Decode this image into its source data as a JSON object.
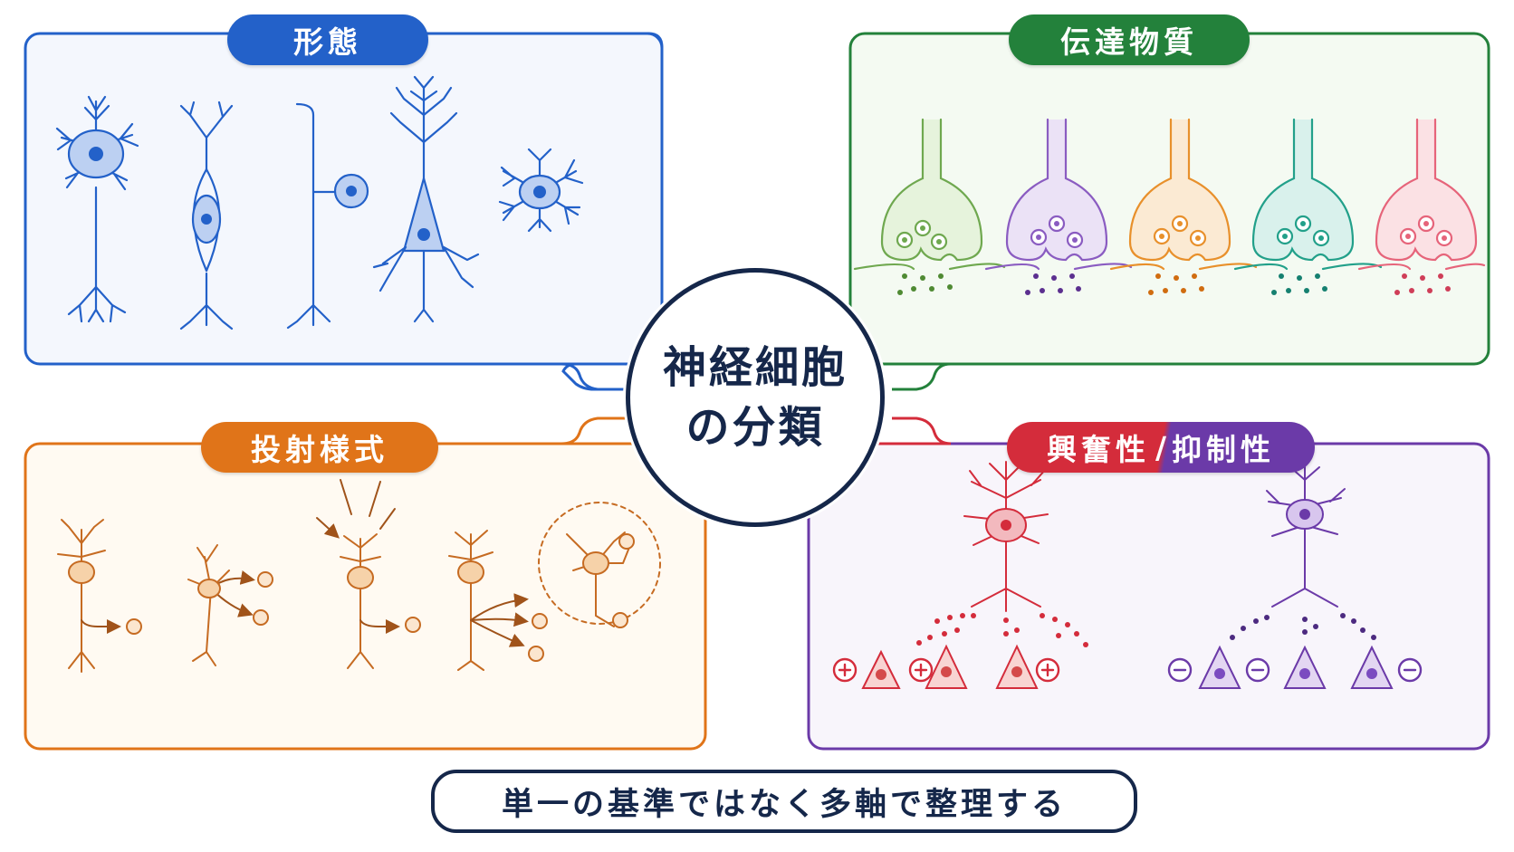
{
  "center": {
    "line1": "神経細胞",
    "line2": "の分類"
  },
  "panels": {
    "morphology": {
      "title": "形態"
    },
    "transmitter": {
      "title": "伝達物質"
    },
    "projection": {
      "title": "投射様式"
    },
    "excitatory_inhibitory": {
      "title_left": "興奮性",
      "separator": "/",
      "title_right": "抑制性"
    }
  },
  "footer": {
    "text": "単一の基準ではなく多軸で整理する"
  },
  "colors": {
    "morphology": "#2361c9",
    "transmitter": "#23813b",
    "projection": "#e07419",
    "excitatory": "#d42c3b",
    "inhibitory": "#6b3aa8",
    "center_border": "#15274a",
    "transmitter_variants": [
      "#6fa84f",
      "#8a5cc1",
      "#e8902b",
      "#22a08a",
      "#e6647a"
    ]
  },
  "icons": {
    "excitatory_sign": "plus-sign-icon",
    "inhibitory_sign": "minus-sign-icon"
  }
}
